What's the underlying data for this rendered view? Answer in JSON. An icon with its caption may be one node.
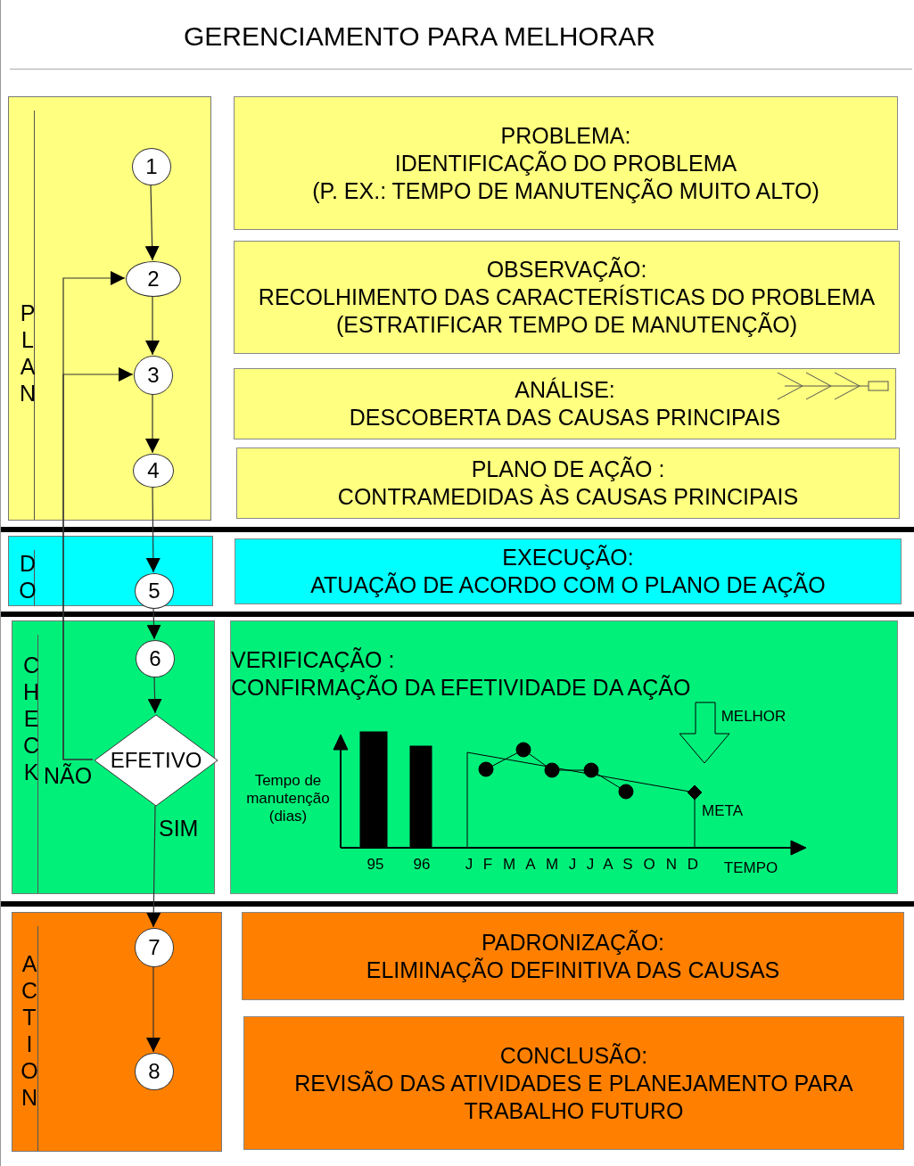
{
  "diagram": {
    "title": "GERENCIAMENTO PARA MELHORAR",
    "nodes": [
      {
        "text": [
          "PLAN"
        ]
      },
      {
        "text": [
          "1"
        ],
        "in": 0
      },
      {
        "text": [
          "2"
        ],
        "in": 0
      },
      {
        "text": [
          "3"
        ],
        "in": 0
      },
      {
        "text": [
          "4"
        ],
        "in": 0
      },
      {
        "text": [
          "PROBLEMA:",
          "IDENTIFICAÇÃO DO PROBLEMA",
          "(P. EX.: TEMPO DE MANUTENÇÃO MUITO ALTO)"
        ]
      },
      {
        "text": [
          "OBSERVAÇÃO:",
          "RECOLHIMENTO DAS CARACTERÍSTICAS DO PROBLEMA",
          "(ESTRATIFICAR TEMPO DE MANUTENÇÃO)"
        ]
      },
      {
        "text": [
          "ANÁLISE:",
          "DESCOBERTA DAS CAUSAS PRINCIPAIS"
        ]
      },
      {
        "text": [
          "PLANO DE AÇÃO :",
          "CONTRAMEDIDAS ÀS CAUSAS PRINCIPAIS"
        ]
      },
      {
        "text": [
          "DO"
        ]
      },
      {
        "text": [
          "5"
        ],
        "in": 9
      },
      {
        "text": [
          "EXECUÇÃO:",
          "ATUAÇÃO DE ACORDO COM O PLANO DE AÇÃO"
        ]
      },
      {
        "text": [
          "CHECK"
        ]
      },
      {
        "text": [
          "6"
        ],
        "in": 12
      },
      {
        "text": [
          "EFETIVO"
        ],
        "in": 12
      },
      {
        "text": [
          "VERIFICAÇÃO :",
          "CONFIRMAÇÃO DA EFETIVIDADE DA AÇÃO"
        ]
      },
      {
        "text": [
          "ACTION"
        ]
      },
      {
        "text": [
          "7"
        ],
        "in": 16
      },
      {
        "text": [
          "8"
        ],
        "in": 16
      },
      {
        "text": [
          "PADRONIZAÇÃO:",
          "ELIMINAÇÃO DEFINITIVA DAS CAUSAS"
        ]
      },
      {
        "text": [
          "CONCLUSÃO:",
          "REVISÃO DAS ATIVIDADES E PLANEJAMENTO PARA TRABALHO FUTURO"
        ]
      }
    ],
    "edges": [
      {
        "from": 1,
        "to": 2,
        "arrow": "to"
      },
      {
        "from": 2,
        "to": 3,
        "arrow": "to"
      },
      {
        "from": 3,
        "to": 4,
        "arrow": "to"
      },
      {
        "from": 4,
        "to": 10,
        "arrow": "to"
      },
      {
        "from": 10,
        "to": 13,
        "arrow": "to"
      },
      {
        "from": 13,
        "to": 14,
        "arrow": "to"
      },
      {
        "from": 14,
        "to": 2,
        "arrow": "to",
        "label": "NÃO"
      },
      {
        "from": 14,
        "to": 3,
        "arrow": "to"
      },
      {
        "from": 14,
        "to": 17,
        "arrow": "to",
        "label": "SIM"
      },
      {
        "from": 17,
        "to": 18,
        "arrow": "to"
      }
    ],
    "labels": [
      "MELHOR",
      "Tempo de manutenção (dias)",
      "META",
      "95",
      "96",
      "J",
      "F",
      "M",
      "A",
      "M",
      "J",
      "J",
      "A",
      "S",
      "O",
      "N",
      "D",
      "TEMPO"
    ]
  }
}
